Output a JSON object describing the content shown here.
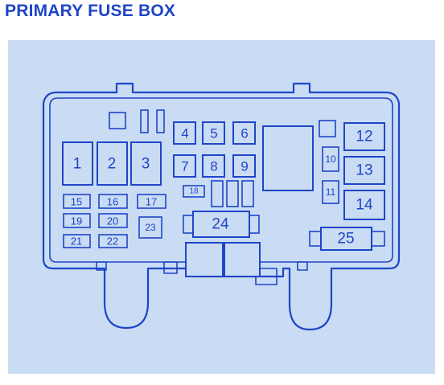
{
  "title": "PRIMARY FUSE BOX",
  "fuses": {
    "f1": "1",
    "f2": "2",
    "f3": "3",
    "f4": "4",
    "f5": "5",
    "f6": "6",
    "f7": "7",
    "f8": "8",
    "f9": "9",
    "f10": "10",
    "f11": "11",
    "f12": "12",
    "f13": "13",
    "f14": "14",
    "f15": "15",
    "f16": "16",
    "f17": "17",
    "f18": "18",
    "f19": "19",
    "f20": "20",
    "f21": "21",
    "f22": "22",
    "f23": "23",
    "f24": "24",
    "f25": "25"
  },
  "colors": {
    "line": "#1f45c8",
    "panel": "#c9dcf3"
  }
}
